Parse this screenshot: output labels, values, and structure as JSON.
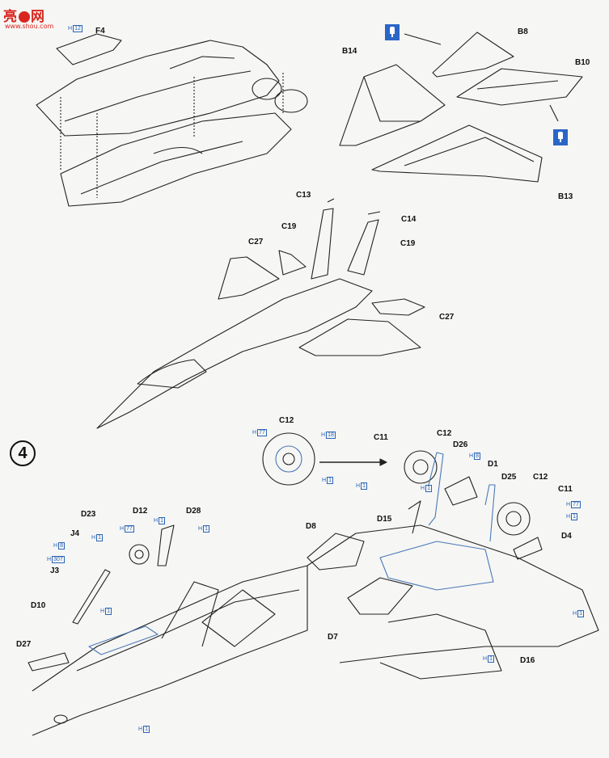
{
  "logo": {
    "mark": "亮",
    "mark2": "网",
    "subtitle": "www.shou.com"
  },
  "step_number": "4",
  "labels": {
    "f4": "F4",
    "b8": "B8",
    "b14": "B14",
    "b10": "B10",
    "b13": "B13",
    "c13": "C13",
    "c14": "C14",
    "c19a": "C19",
    "c19b": "C19",
    "c27a": "C27",
    "c27b": "C27",
    "c12top": "C12",
    "c11": "C11",
    "c12b": "C12",
    "d26": "D26",
    "d1": "D1",
    "d25": "D25",
    "c12c": "C12",
    "c11b": "C11",
    "d15": "D15",
    "d4": "D4",
    "d8": "D8",
    "d7": "D7",
    "d16": "D16",
    "d23": "D23",
    "d12": "D12",
    "d28": "D28",
    "j4": "J4",
    "j3": "J3",
    "d10": "D10",
    "d27": "D27"
  },
  "paint_tags": {
    "h12": "12",
    "h77a": "77",
    "h18": "18",
    "h1a": "1",
    "h8a": "8",
    "h1b": "1",
    "h77b": "77",
    "h1c": "1",
    "h1d": "1",
    "h1e": "1",
    "h1f": "1",
    "h77c": "77",
    "h1g": "1",
    "h1h": "1",
    "h8b": "8",
    "h307": "307",
    "h1i": "1",
    "h1j": "1",
    "h1k": "1"
  },
  "paint_prefix": "H",
  "colors": {
    "ink": "#111111",
    "blue_tag": "#2a64b7",
    "flag": "#2a66c7",
    "logo": "#d8261f"
  }
}
